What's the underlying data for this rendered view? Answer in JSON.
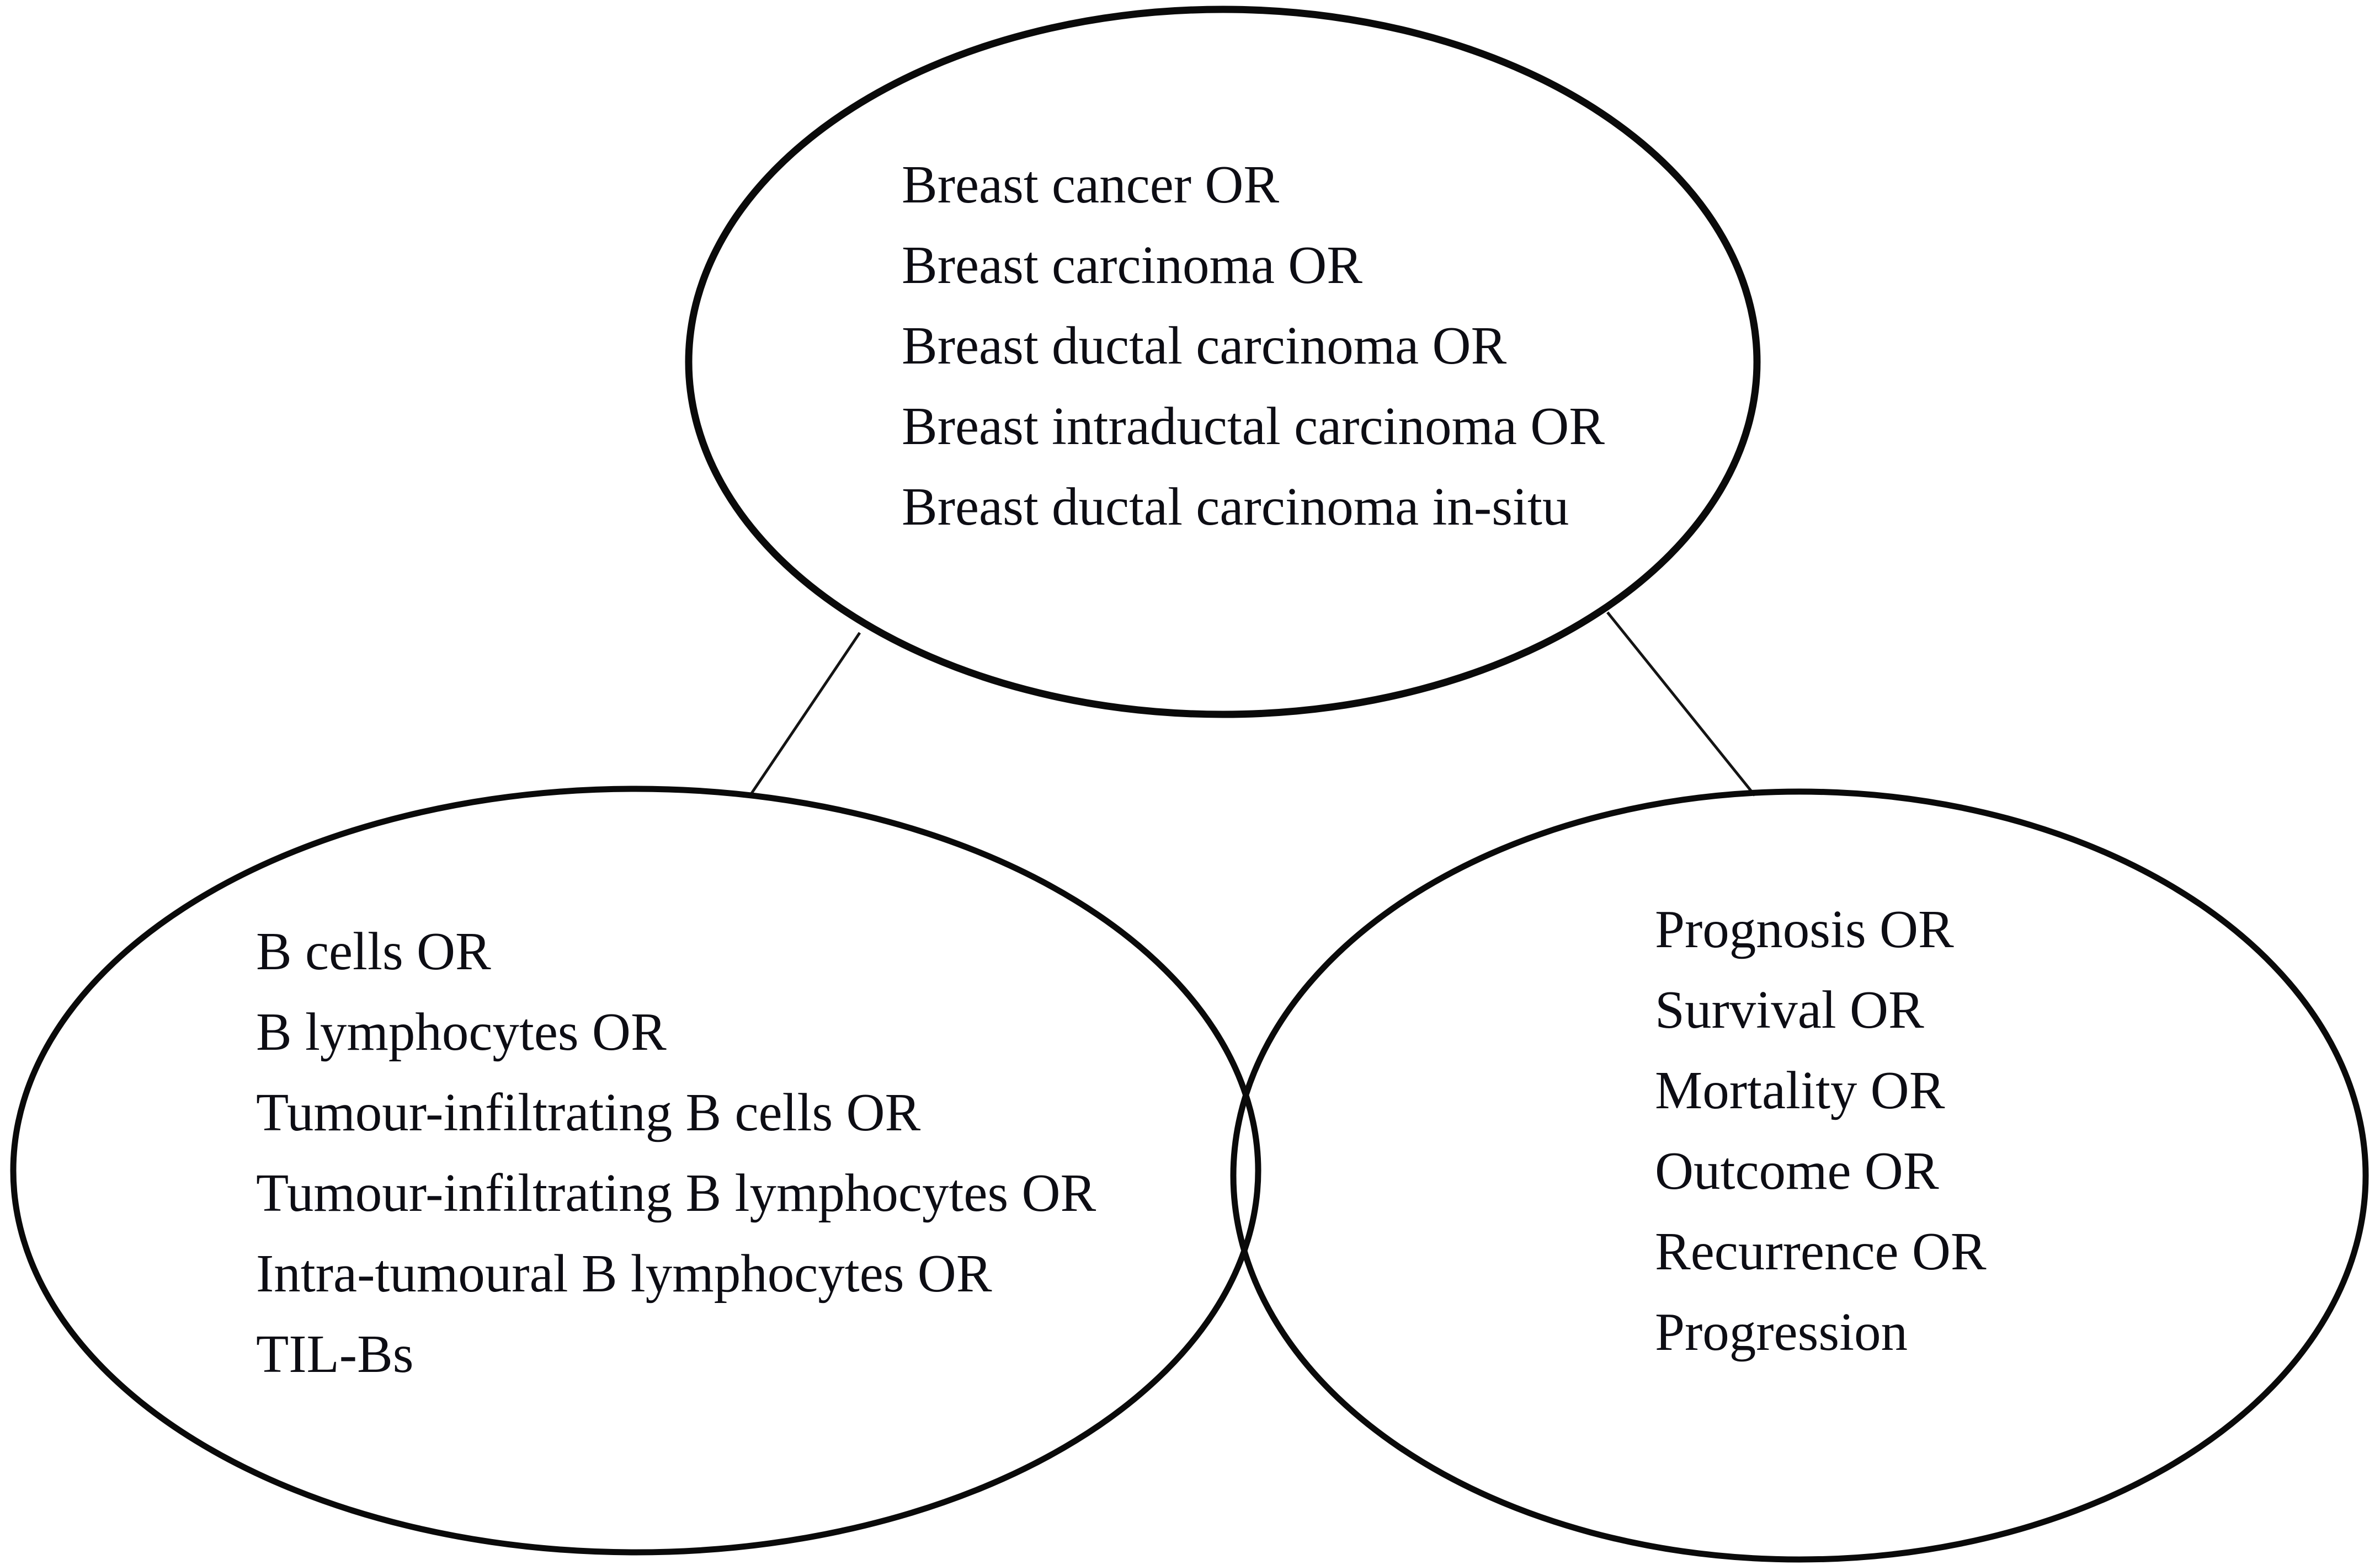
{
  "diagram": {
    "type": "venn-search-strategy",
    "background_color": "#ffffff",
    "outline_color": "#0a0a0a",
    "text_color": "#101018",
    "groups": [
      {
        "id": "population",
        "name": "population-terms",
        "position": "top",
        "terms": [
          "Breast cancer OR",
          "Breast carcinoma OR",
          "Breast ductal carcinoma OR",
          "Breast intraductal carcinoma OR",
          "Breast ductal carcinoma in-situ"
        ]
      },
      {
        "id": "exposure",
        "name": "exposure-terms",
        "position": "bottom-left",
        "terms": [
          "B cells OR",
          "B lymphocytes OR",
          "Tumour-infiltrating B cells OR",
          "Tumour-infiltrating B lymphocytes OR",
          "Intra-tumoural B lymphocytes OR",
          "TIL-Bs"
        ]
      },
      {
        "id": "outcome",
        "name": "outcome-terms",
        "position": "bottom-right",
        "terms": [
          "Prognosis OR",
          "Survival OR",
          "Mortality OR",
          "Outcome OR",
          "Recurrence OR",
          "Progression"
        ]
      }
    ],
    "connectors": [
      {
        "id": "top-to-left",
        "from": "population",
        "to": "exposure"
      },
      {
        "id": "top-to-right",
        "from": "population",
        "to": "outcome"
      }
    ]
  }
}
